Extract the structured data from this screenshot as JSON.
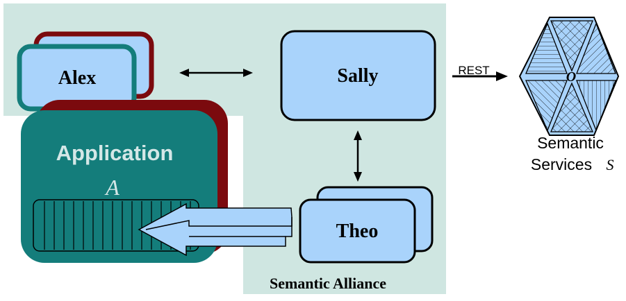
{
  "colors": {
    "alliance_bg": "#cfe6e1",
    "box_fill": "#a9d3fb",
    "teal": "#147d7b",
    "maroon": "#7b0a0e",
    "black": "#000000"
  },
  "nodes": {
    "alex": "Alex",
    "sally": "Sally",
    "theo": "Theo",
    "application": "Application",
    "application_symbol": "A"
  },
  "alliance_label": "Semantic Alliance",
  "services": {
    "line1": "Semantic",
    "line2": "Services",
    "symbol": "S",
    "center_symbol": "O",
    "icon": "hexagon-services-icon"
  },
  "edges": {
    "rest_label": "REST"
  }
}
